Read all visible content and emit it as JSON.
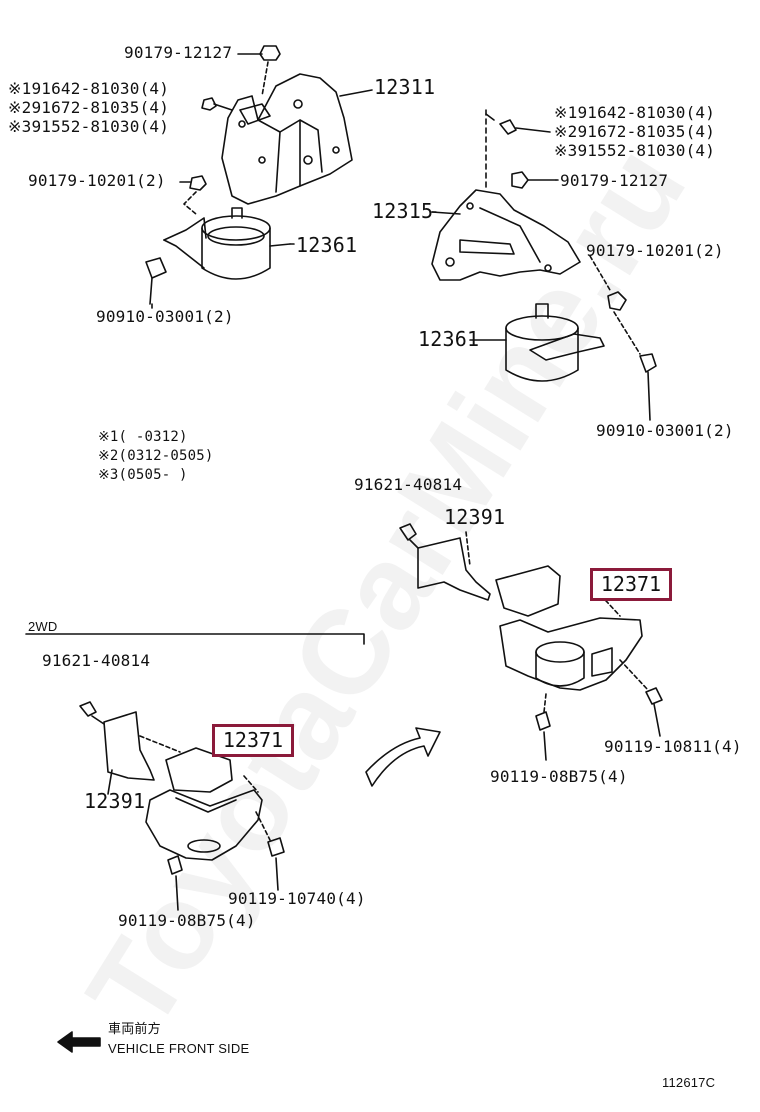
{
  "watermark": "ToyotaCarMine.ru",
  "labels": {
    "top_nut": "90179-12127",
    "note_a1": "※191642-81030(4)",
    "note_a2": "※291672-81035(4)",
    "note_a3": "※391552-81030(4)",
    "part_12311": "12311",
    "nut_10201_left": "90179-10201(2)",
    "part_12361_left": "12361",
    "bolt_03001_left": "90910-03001(2)",
    "note_b1": "※191642-81030(4)",
    "note_b2": "※291672-81035(4)",
    "note_b3": "※391552-81030(4)",
    "part_12315": "12315",
    "nut_12127_right": "90179-12127",
    "nut_10201_right": "90179-10201(2)",
    "part_12361_right": "12361",
    "bolt_03001_right": "90910-03001(2)",
    "legend1": "※1(      -0312)",
    "legend2": "※2(0312-0505)",
    "legend3": "※3(0505-     )",
    "bolt_40814_right": "91621-40814",
    "part_12391_right": "12391",
    "part_12371_right": "12371",
    "bolt_10811": "90119-10811(4)",
    "bolt_08b75_right": "90119-08B75(4)",
    "section_2wd": "2WD",
    "bolt_40814_left": "91621-40814",
    "part_12371_left": "12371",
    "part_12391_left": "12391",
    "bolt_10740": "90119-10740(4)",
    "bolt_08b75_left": "90119-08B75(4)",
    "front_jp": "車両前方",
    "front_en": "VEHICLE FRONT SIDE",
    "diagram_id": "112617C"
  },
  "colors": {
    "line": "#111111",
    "highlight": "#8b1a3a"
  }
}
